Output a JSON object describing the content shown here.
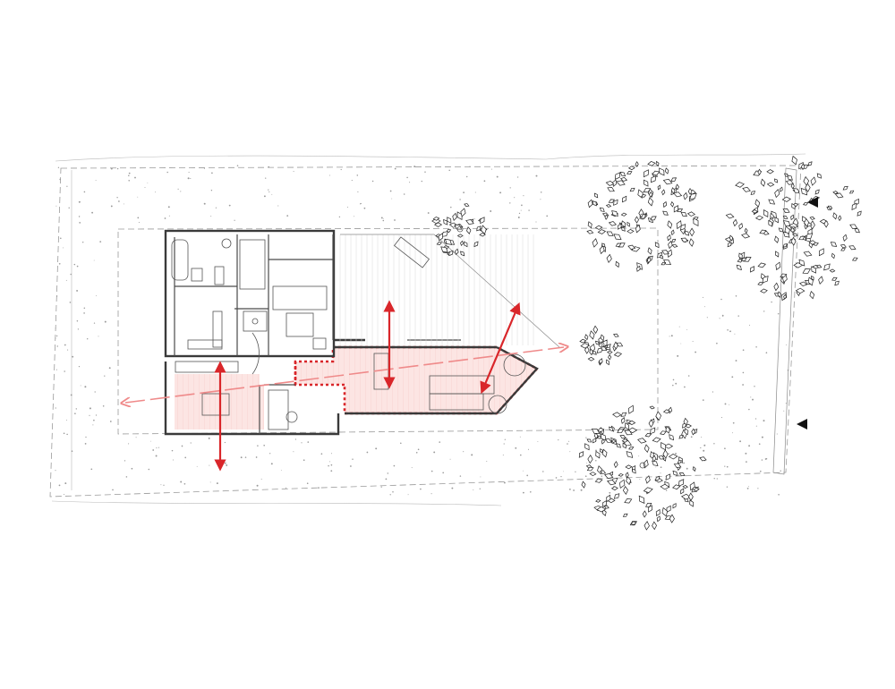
{
  "diagram": {
    "kind": "architectural floor plan with site landscaping",
    "colors": {
      "highlight": "#d9262a",
      "highlight_fill": "#f7d4d2",
      "axis_line": "#ef8a8a",
      "linework": "#3a3a3a"
    },
    "annotations": {
      "vertical_arrows": 2,
      "diagonal_arrows": 2,
      "sightline_arrows": 1,
      "north_markers": 2
    },
    "landscape": {
      "trees": 5,
      "small_shrubs": 1
    }
  }
}
